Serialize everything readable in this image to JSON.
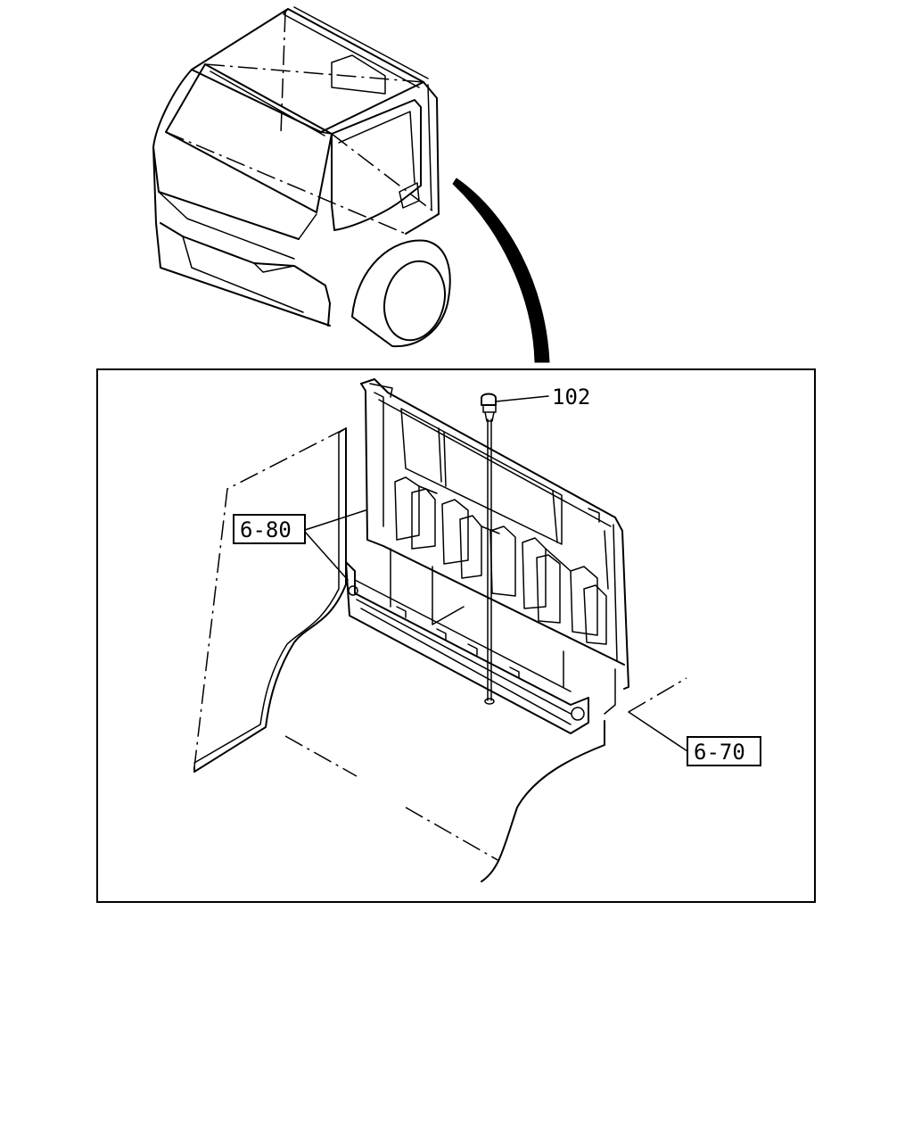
{
  "callouts": {
    "part_102": "102",
    "part_6_80": "6-80",
    "part_6_70": "6-70"
  }
}
